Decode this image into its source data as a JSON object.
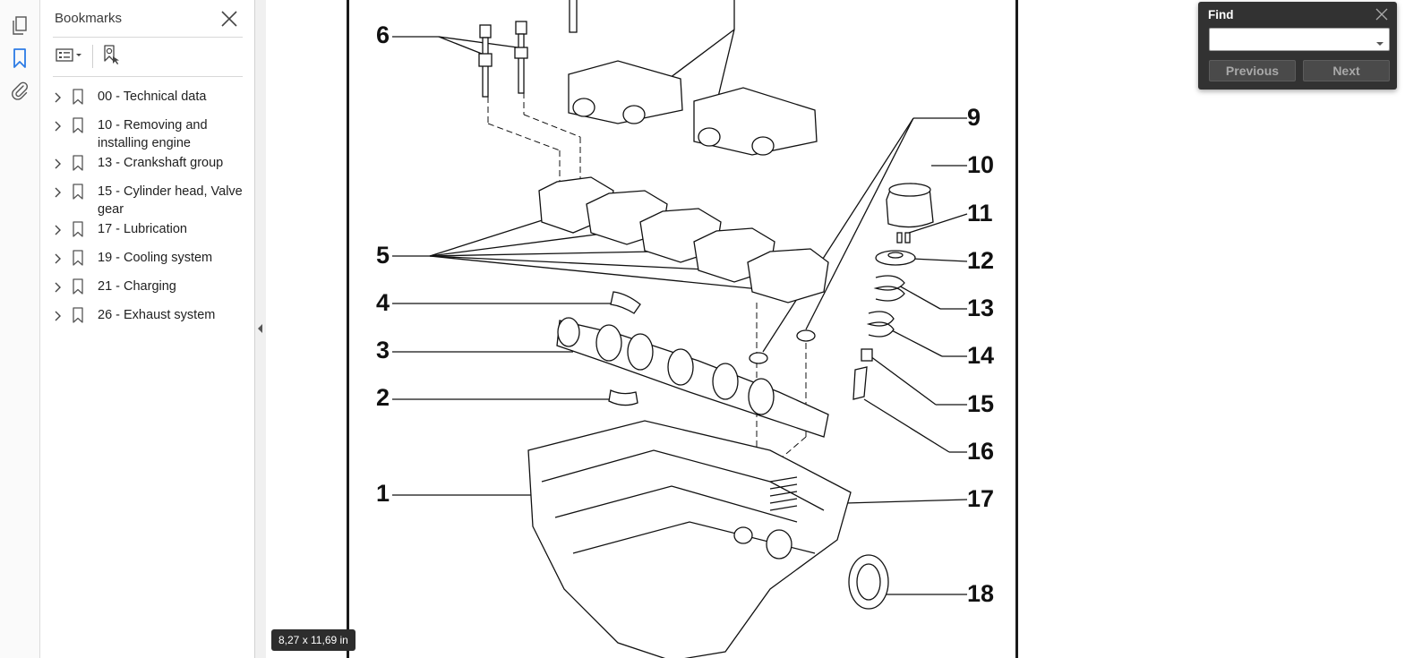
{
  "panel": {
    "title": "Bookmarks"
  },
  "bookmarks": [
    {
      "label": "00 - Technical data"
    },
    {
      "label": "10 - Removing and installing engine"
    },
    {
      "label": "13 - Crankshaft group"
    },
    {
      "label": "15 - Cylinder head, Valve gear"
    },
    {
      "label": "17 - Lubrication"
    },
    {
      "label": "19 - Cooling system"
    },
    {
      "label": "21 - Charging"
    },
    {
      "label": "26 - Exhaust system"
    }
  ],
  "document": {
    "page_size": "8,27 x 11,69 in",
    "callouts": [
      "1",
      "2",
      "3",
      "4",
      "5",
      "6",
      "9",
      "10",
      "11",
      "12",
      "13",
      "14",
      "15",
      "16",
      "17",
      "18"
    ]
  },
  "find": {
    "title": "Find",
    "input_value": "",
    "previous_label": "Previous",
    "next_label": "Next"
  },
  "icons": {
    "rail": [
      "pages-icon",
      "bookmark-icon",
      "attachment-icon"
    ],
    "panel_tools": [
      "options-menu-icon",
      "new-bookmark-icon"
    ]
  },
  "colors": {
    "accent": "#2c7be5",
    "find_panel_bg": "#323232",
    "tooltip_bg": "#2d2d2d"
  }
}
